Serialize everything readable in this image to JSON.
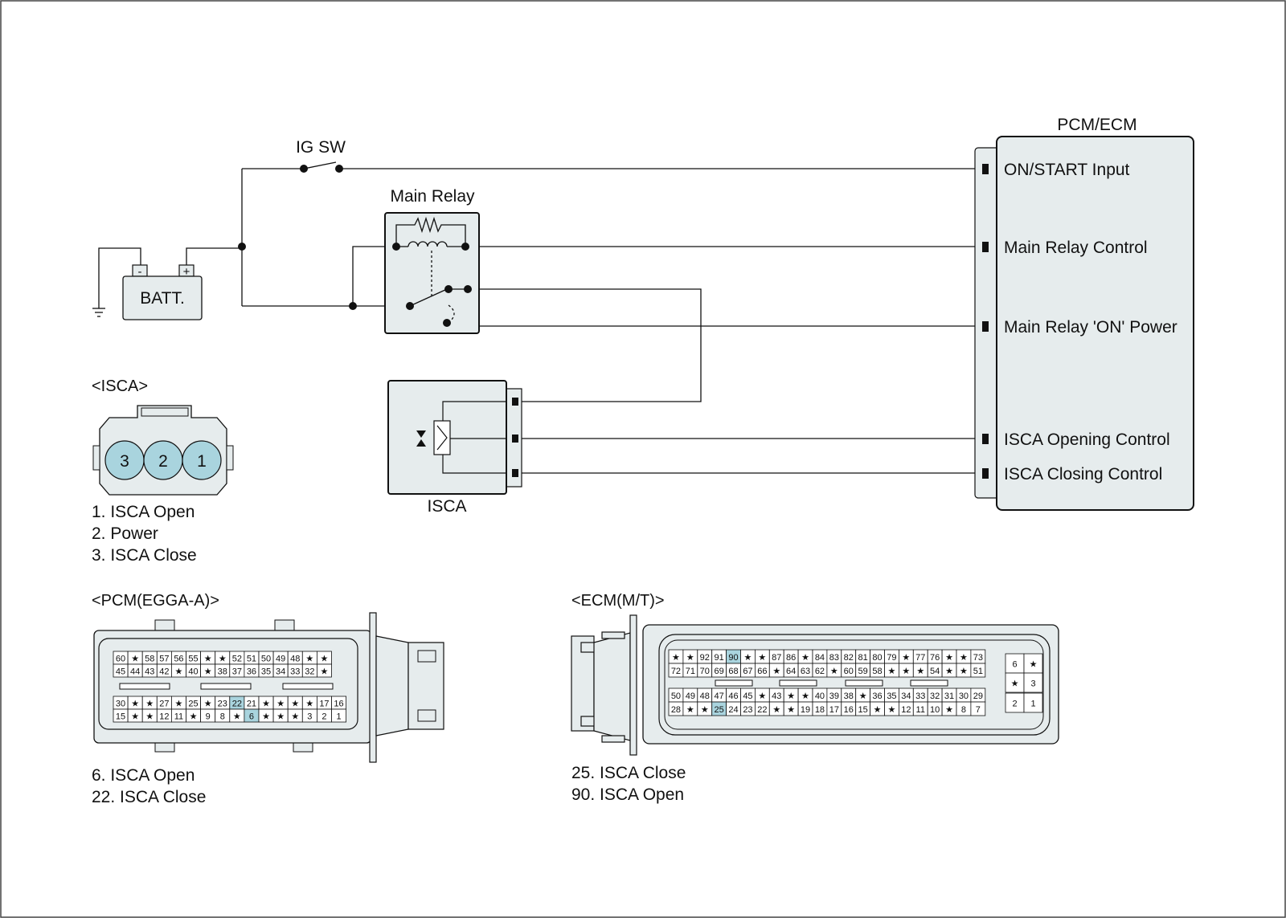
{
  "colors": {
    "panel_fill": "#e6eced",
    "highlight": "#a9d4de",
    "wire": "#111111"
  },
  "labels": {
    "ig_sw": "IG SW",
    "main_relay": "Main Relay",
    "batt": "BATT.",
    "pcm_ecm": "PCM/ECM",
    "isca_module": "ISCA",
    "isca_connector_title": "<ISCA>",
    "pcm_connector_title": "<PCM(EGGA-A)>",
    "ecm_connector_title": "<ECM(M/T)>",
    "minus": "-",
    "plus": "+"
  },
  "pcm_ecm_pins": [
    "ON/START Input",
    "Main Relay Control",
    "Main Relay 'ON' Power",
    "ISCA Opening Control",
    "ISCA Closing Control"
  ],
  "isca_connector": {
    "pins": [
      "3",
      "2",
      "1"
    ],
    "legend": [
      "1. ISCA Open",
      "2. Power",
      "3. ISCA Close"
    ]
  },
  "pcm_connector": {
    "rows": [
      [
        "60",
        "*",
        "58",
        "57",
        "56",
        "55",
        "*",
        "*",
        "52",
        "51",
        "50",
        "49",
        "48",
        "*",
        "*"
      ],
      [
        "45",
        "44",
        "43",
        "42",
        "*",
        "40",
        "*",
        "38",
        "37",
        "36",
        "35",
        "34",
        "33",
        "32",
        "*"
      ],
      [
        "30",
        "*",
        "*",
        "27",
        "*",
        "25",
        "*",
        "23",
        "22",
        "21",
        "*",
        "*",
        "*",
        "*",
        "17",
        "16"
      ],
      [
        "15",
        "*",
        "*",
        "12",
        "11",
        "*",
        "9",
        "8",
        "*",
        "6",
        "*",
        "*",
        "*",
        "3",
        "2",
        "1"
      ]
    ],
    "highlighted": [
      "22",
      "6"
    ],
    "legend": [
      "6. ISCA Open",
      "22. ISCA Close"
    ]
  },
  "ecm_connector": {
    "rows": [
      [
        "*",
        "*",
        "92",
        "91",
        "90",
        "*",
        "*",
        "87",
        "86",
        "*",
        "84",
        "83",
        "82",
        "81",
        "80",
        "79",
        "*",
        "77",
        "76",
        "*",
        "*",
        "73"
      ],
      [
        "72",
        "71",
        "70",
        "69",
        "68",
        "67",
        "66",
        "*",
        "64",
        "63",
        "62",
        "*",
        "60",
        "59",
        "58",
        "*",
        "*",
        "*",
        "54",
        "*",
        "*",
        "51"
      ],
      [
        "50",
        "49",
        "48",
        "47",
        "46",
        "45",
        "*",
        "43",
        "*",
        "*",
        "40",
        "39",
        "38",
        "*",
        "36",
        "35",
        "34",
        "33",
        "32",
        "31",
        "30",
        "29"
      ],
      [
        "28",
        "*",
        "*",
        "25",
        "24",
        "23",
        "22",
        "*",
        "*",
        "19",
        "18",
        "17",
        "16",
        "15",
        "*",
        "*",
        "12",
        "11",
        "10",
        "*",
        "8",
        "7"
      ]
    ],
    "side_block": [
      [
        "6",
        "*"
      ],
      [
        "*",
        "3"
      ],
      [
        "2",
        "1"
      ]
    ],
    "highlighted": [
      "90",
      "25"
    ],
    "legend": [
      "25. ISCA Close",
      "90. ISCA Open"
    ]
  }
}
